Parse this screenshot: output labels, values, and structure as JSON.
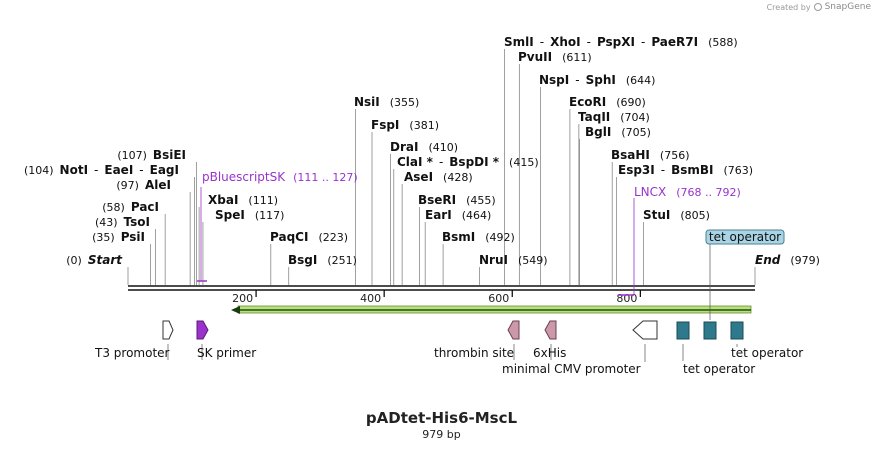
{
  "credit": {
    "prefix": "Created by",
    "brand": "SnapGene"
  },
  "title": "pADtet-His6-MscL",
  "length_label": "979 bp",
  "colors": {
    "feature_purple": "#9a33cc",
    "primer_purple": "#9933cc",
    "his_pink": "#cc99aa",
    "operator_teal": "#2e7a8c",
    "orf_green": "#b7e27a",
    "backbone": "#111111"
  },
  "ruler": [
    {
      "value": 200,
      "label": "200"
    },
    {
      "value": 400,
      "label": "400"
    },
    {
      "value": 600,
      "label": "600"
    },
    {
      "value": 800,
      "label": "800"
    }
  ],
  "sites": [
    {
      "pos": 0,
      "parts": [
        {
          "t": "(0)",
          "k": "num"
        },
        {
          "t": "Start",
          "k": "end"
        }
      ]
    },
    {
      "pos": 35,
      "parts": [
        {
          "t": "(35)",
          "k": "num"
        },
        {
          "t": "PsiI",
          "k": "bold"
        }
      ]
    },
    {
      "pos": 43,
      "parts": [
        {
          "t": "(43)",
          "k": "num"
        },
        {
          "t": "TsoI",
          "k": "bold"
        }
      ]
    },
    {
      "pos": 58,
      "parts": [
        {
          "t": "(58)",
          "k": "num"
        },
        {
          "t": "PacI",
          "k": "bold"
        }
      ]
    },
    {
      "pos": 97,
      "parts": [
        {
          "t": "(97)",
          "k": "num"
        },
        {
          "t": "AleI",
          "k": "bold"
        }
      ]
    },
    {
      "pos": 104,
      "parts": [
        {
          "t": "(104)",
          "k": "num"
        },
        {
          "t": "NotI",
          "k": "bold"
        },
        {
          "t": "-",
          "k": "sep"
        },
        {
          "t": "EaeI",
          "k": "bold"
        },
        {
          "t": "-",
          "k": "sep"
        },
        {
          "t": "EagI",
          "k": "bold"
        }
      ]
    },
    {
      "pos": 107,
      "parts": [
        {
          "t": "(107)",
          "k": "num"
        },
        {
          "t": "BsiEI",
          "k": "bold"
        }
      ]
    },
    {
      "pos": 111,
      "parts": [
        {
          "t": "XbaI",
          "k": "bold"
        },
        {
          "t": "(111)",
          "k": "num"
        }
      ]
    },
    {
      "pos": 117,
      "parts": [
        {
          "t": "SpeI",
          "k": "bold"
        },
        {
          "t": "(117)",
          "k": "num"
        }
      ]
    },
    {
      "pos": 223,
      "parts": [
        {
          "t": "PaqCI",
          "k": "bold"
        },
        {
          "t": "(223)",
          "k": "num"
        }
      ]
    },
    {
      "pos": 251,
      "parts": [
        {
          "t": "BsgI",
          "k": "bold"
        },
        {
          "t": "(251)",
          "k": "num"
        }
      ]
    },
    {
      "pos": 355,
      "parts": [
        {
          "t": "NsiI",
          "k": "bold"
        },
        {
          "t": "(355)",
          "k": "num"
        }
      ]
    },
    {
      "pos": 381,
      "parts": [
        {
          "t": "FspI",
          "k": "bold"
        },
        {
          "t": "(381)",
          "k": "num"
        }
      ]
    },
    {
      "pos": 410,
      "parts": [
        {
          "t": "DraI",
          "k": "bold"
        },
        {
          "t": "(410)",
          "k": "num"
        }
      ]
    },
    {
      "pos": 415,
      "parts": [
        {
          "t": "ClaI *",
          "k": "bold"
        },
        {
          "t": "-",
          "k": "sep"
        },
        {
          "t": "BspDI *",
          "k": "bold"
        },
        {
          "t": "(415)",
          "k": "num"
        }
      ]
    },
    {
      "pos": 428,
      "parts": [
        {
          "t": "AseI",
          "k": "bold"
        },
        {
          "t": "(428)",
          "k": "num"
        }
      ]
    },
    {
      "pos": 455,
      "parts": [
        {
          "t": "BseRI",
          "k": "bold"
        },
        {
          "t": "(455)",
          "k": "num"
        }
      ]
    },
    {
      "pos": 464,
      "parts": [
        {
          "t": "EarI",
          "k": "bold"
        },
        {
          "t": "(464)",
          "k": "num"
        }
      ]
    },
    {
      "pos": 492,
      "parts": [
        {
          "t": "BsmI",
          "k": "bold"
        },
        {
          "t": "(492)",
          "k": "num"
        }
      ]
    },
    {
      "pos": 549,
      "parts": [
        {
          "t": "NruI",
          "k": "bold"
        },
        {
          "t": "(549)",
          "k": "num"
        }
      ]
    },
    {
      "pos": 588,
      "parts": [
        {
          "t": "SmlI",
          "k": "bold"
        },
        {
          "t": "-",
          "k": "sep"
        },
        {
          "t": "XhoI",
          "k": "bold"
        },
        {
          "t": "-",
          "k": "sep"
        },
        {
          "t": "PspXI",
          "k": "bold"
        },
        {
          "t": "-",
          "k": "sep"
        },
        {
          "t": "PaeR7I",
          "k": "bold"
        },
        {
          "t": "(588)",
          "k": "num"
        }
      ]
    },
    {
      "pos": 611,
      "parts": [
        {
          "t": "PvuII",
          "k": "bold"
        },
        {
          "t": "(611)",
          "k": "num"
        }
      ]
    },
    {
      "pos": 644,
      "parts": [
        {
          "t": "NspI",
          "k": "bold"
        },
        {
          "t": "-",
          "k": "sep"
        },
        {
          "t": "SphI",
          "k": "bold"
        },
        {
          "t": "(644)",
          "k": "num"
        }
      ]
    },
    {
      "pos": 690,
      "parts": [
        {
          "t": "EcoRI",
          "k": "bold"
        },
        {
          "t": "(690)",
          "k": "num"
        }
      ]
    },
    {
      "pos": 704,
      "parts": [
        {
          "t": "TaqII",
          "k": "bold"
        },
        {
          "t": "(704)",
          "k": "num"
        }
      ]
    },
    {
      "pos": 705,
      "parts": [
        {
          "t": "BglI",
          "k": "bold"
        },
        {
          "t": "(705)",
          "k": "num"
        }
      ]
    },
    {
      "pos": 756,
      "parts": [
        {
          "t": "BsaHI",
          "k": "bold"
        },
        {
          "t": "(756)",
          "k": "num"
        }
      ]
    },
    {
      "pos": 763,
      "parts": [
        {
          "t": "Esp3I",
          "k": "bold"
        },
        {
          "t": "-",
          "k": "sep"
        },
        {
          "t": "BsmBI",
          "k": "bold"
        },
        {
          "t": "(763)",
          "k": "num"
        }
      ]
    },
    {
      "pos": 805,
      "parts": [
        {
          "t": "StuI",
          "k": "bold"
        },
        {
          "t": "(805)",
          "k": "num"
        }
      ]
    },
    {
      "pos": 979,
      "parts": [
        {
          "t": "End",
          "k": "end"
        },
        {
          "t": "(979)",
          "k": "num"
        }
      ]
    }
  ],
  "primer_labels": [
    {
      "name": "pBluescriptSK",
      "range": "(111 .. 127)"
    },
    {
      "name": "LNCX",
      "range": "(768 .. 792)"
    }
  ],
  "features": [
    {
      "name": "T3 promoter",
      "icon": "right-arrow-outline"
    },
    {
      "name": "SK primer",
      "icon": "right-arrow-purple"
    },
    {
      "name": "thrombin site",
      "icon": "left-arrow-pink"
    },
    {
      "name": "6xHis",
      "icon": "left-arrow-pink"
    },
    {
      "name": "minimal CMV promoter",
      "icon": "left-arrow-outline"
    },
    {
      "name": "tet operator",
      "icon": "teal-box"
    },
    {
      "name": "tet operator",
      "icon": "teal-box"
    },
    {
      "name": "tet operator",
      "icon": "teal-box"
    }
  ],
  "highlighted_feature": "tet operator"
}
